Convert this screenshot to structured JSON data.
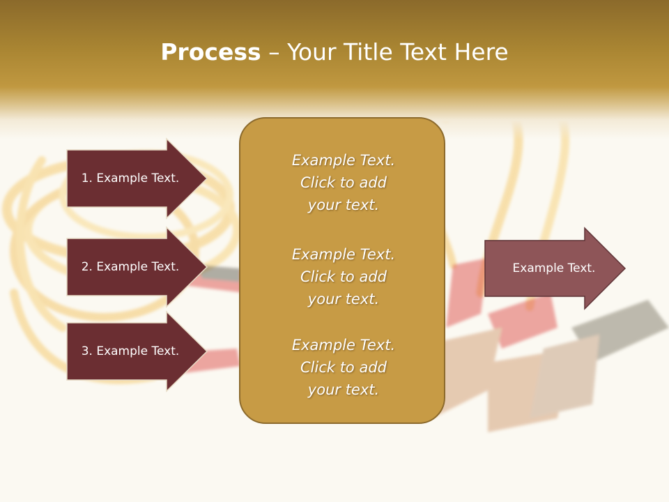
{
  "slide": {
    "title_bold": "Process",
    "title_rest": " – Your Title Text Here"
  },
  "left_arrows": [
    {
      "label": "1. Example Text."
    },
    {
      "label": "2. Example Text."
    },
    {
      "label": "3. Example Text."
    }
  ],
  "center_box": {
    "items": [
      {
        "line1": "Example Text.",
        "line2": "Click  to add",
        "line3": "your text."
      },
      {
        "line1": "Example Text.",
        "line2": "Click  to add",
        "line3": "your text."
      },
      {
        "line1": "Example Text.",
        "line2": "Click  to add",
        "line3": "your text."
      }
    ]
  },
  "right_arrow": {
    "label": "Example Text."
  },
  "colors": {
    "header_gold": "#a98532",
    "left_arrow_fill": "#6b2e32",
    "right_arrow_fill": "#8e5558",
    "center_box_fill": "#c79b45",
    "center_box_border": "#8c6a2c"
  },
  "icons": {
    "background_image": "jumper-cables-photo"
  }
}
